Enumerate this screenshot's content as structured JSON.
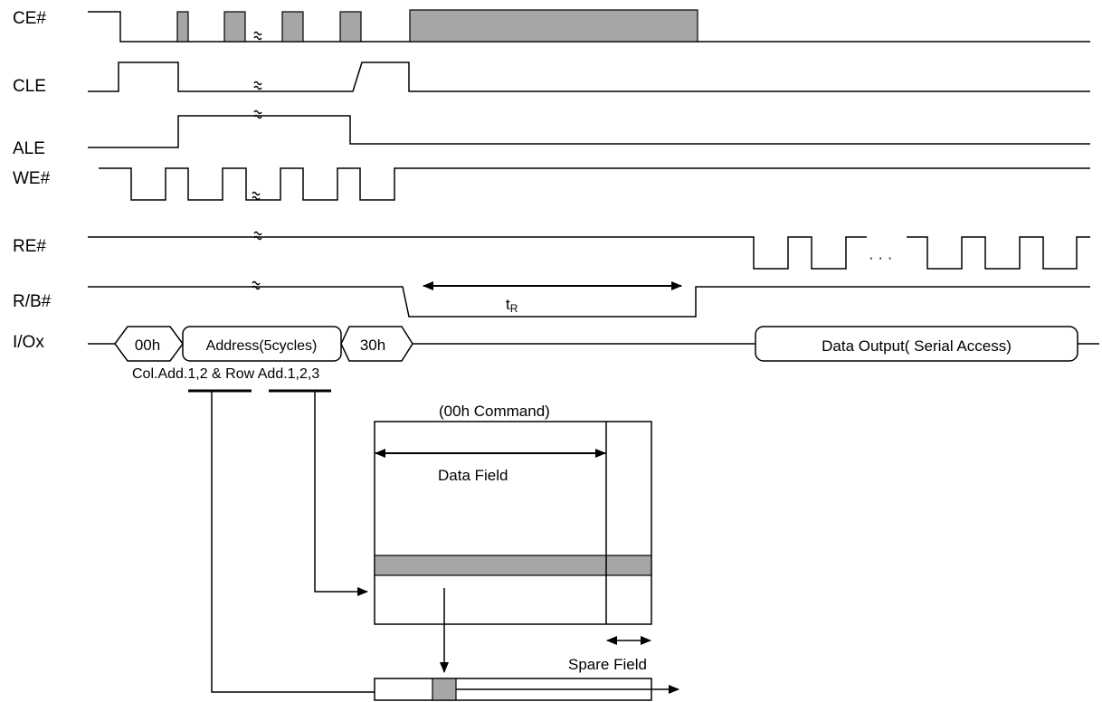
{
  "signals": {
    "ce": "CE#",
    "cle": "CLE",
    "ale": "ALE",
    "we": "WE#",
    "re": "RE#",
    "rb": "R/B#",
    "io": "I/Ox"
  },
  "io_bus": {
    "cmd1": "00h",
    "address": "Address(5cycles)",
    "cmd2": "30h",
    "data_output": "Data Output( Serial Access)"
  },
  "timing": {
    "tr_main": "t",
    "tr_sub": "R"
  },
  "re_ellipsis": "· · ·",
  "address_caption": "Col.Add.1,2 & Row Add.1,2,3",
  "page_map": {
    "title": "(00h Command)",
    "data_field": "Data Field",
    "spare_field": "Spare Field"
  },
  "colors": {
    "line": "#000000",
    "fill_gray": "#a6a6a6",
    "background": "#ffffff"
  }
}
